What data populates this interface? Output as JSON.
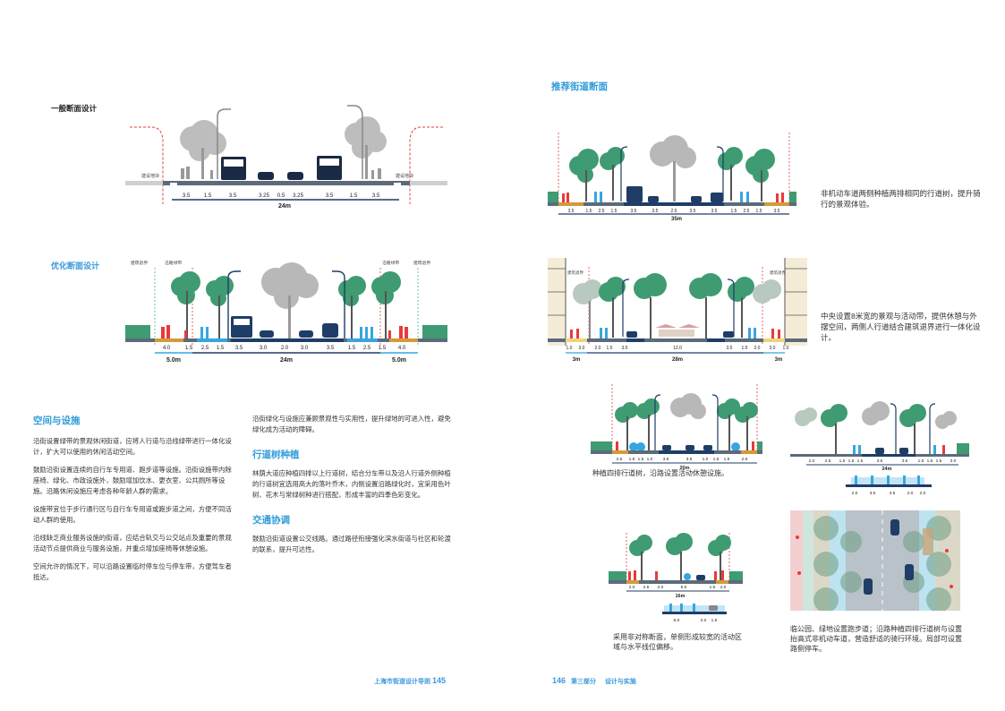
{
  "left": {
    "general_title": "一般断面设计",
    "optimized_title": "优化断面设计",
    "general_section": {
      "building_left": "建设地块",
      "building_right": "建设地块",
      "widths": [
        "3.5",
        "1.5",
        "3.5",
        "3.25",
        "0.5",
        "3.25",
        "3.5",
        "1.5",
        "3.5"
      ],
      "total": "24m"
    },
    "optimized_section": {
      "label_building_left": "建筑退界",
      "label_green_left": "沿路绿带",
      "label_green_right": "沿路绿带",
      "label_building_right": "建筑退界",
      "widths": [
        "4.0",
        "1.5",
        "2.5",
        "1.5",
        "3.5",
        "3.0",
        "2.0",
        "3.0",
        "3.5",
        "1.5",
        "2.5",
        "1.5",
        "4.0"
      ],
      "left_setback": "5.0m",
      "total": "24m",
      "right_setback": "5.0m"
    },
    "sections": [
      {
        "title": "空间与设施",
        "paragraphs": [
          "沿街设置绿带的景观休闲街道，应将人行道与沿线绿带进行一体化设计，扩大可以使用的休闲活动空间。",
          "鼓励沿街设置连续的自行车专用道、跑步道等设施。沿街设施带内除座椅、绿化、市政设施外，鼓励增加饮水、更衣室、公共厕所等设施。沿路休闲设施应考虑各种年龄人群的需求。",
          "设施带宜位于步行通行区与自行车专用道或跑步道之间，方便不同活动人群的使用。",
          "沿线缺乏商业服务设施的街道，应结合轨交与公交站点及重要的景观活动节点提供商业与服务设施，并重点增加座椅等休憩设施。",
          "空间允许的情况下，可以沿路设置临时停车位与停车带，方便驾车者抵达。"
        ]
      },
      {
        "title": "",
        "paragraphs": [
          "沿街绿化与设施应兼顾景观性与实用性，提升绿地的可进入性，避免绿化成为活动的障碍。"
        ]
      },
      {
        "title": "行道树种植",
        "paragraphs": [
          "林荫大道应种植四排以上行道树，结合分车带以及沿人行道外侧种植的行道树宜选用高大的落叶乔木，内侧设置沿路绿化时，宜采用色叶树、花木与常绿树种进行搭配，形成丰富的四季色彩变化。"
        ]
      },
      {
        "title": "交通协调",
        "paragraphs": [
          "鼓励沿街道设置公交线路。通过路径衔接强化滨水街道与社区和轮渡的联系，提升可达性。"
        ]
      }
    ],
    "footer": {
      "guide": "上海市街道设计导则",
      "page": "145"
    }
  },
  "right": {
    "title": "推荐街道断面",
    "diagram1": {
      "widths": [
        "3.5",
        "1.5",
        "2.5",
        "1.5",
        "3.5",
        "3.5",
        "2.5",
        "3.5",
        "3.5",
        "1.5",
        "2.5",
        "1.5",
        "3.5"
      ],
      "total": "35m",
      "caption": "非机动车道两侧种植两排相同的行道树，提升骑行的景观体验。"
    },
    "diagram2": {
      "label_left": "建筑退界",
      "label_right": "建筑退界",
      "widths": [
        "1.0",
        "3.0",
        "2.0",
        "1.5",
        "3.5",
        "12.0",
        "3.5",
        "1.5",
        "2.0",
        "3.0",
        "1.0"
      ],
      "left_setback": "3m",
      "total": "28m",
      "right_setback": "3m",
      "caption": "中央设置8米宽的景观与活动带，提供休憩与外摆空间，两侧人行道结合建筑退界进行一体化设计。"
    },
    "diagram3": {
      "widths": [
        "2.5",
        "1.5",
        "1.5",
        "1.0",
        "3.5",
        "3.5",
        "1.0",
        "1.5",
        "1.5",
        "2.5"
      ],
      "total": "20m",
      "caption": "种植四排行道树，沿路设置活动休憩设施。"
    },
    "diagram4": {
      "widths": [
        "2.0",
        "2.5",
        "1.5",
        "1.5",
        "1.5",
        "3.5",
        "3.5",
        "1.5",
        "1.5",
        "1.5",
        "3.0"
      ],
      "total": "24m",
      "sub_widths": [
        "2.0",
        "3.5",
        "3.5",
        "2.0",
        "2.0"
      ]
    },
    "diagram5": {
      "widths": [
        "2.0",
        "2.5",
        "2.0",
        "6.0",
        "1.5",
        "2.0"
      ],
      "total": "16m",
      "sub_widths": [
        "6.0",
        "2.0",
        "1.5"
      ],
      "caption": "采用非对称断面，单侧形成较宽的活动区域与水平线位偏移。"
    },
    "diagram6": {
      "caption": "临公园、绿地设置跑步道；沿路种植四排行道树与设置抬高式非机动车道，营造舒适的骑行环境。局部可设置路侧停车。"
    },
    "footer": {
      "page": "146",
      "part": "第三部分",
      "chapter": "设计与实施"
    }
  },
  "colors": {
    "accent_blue": "#2f9bd8",
    "tree_green": "#3f9b72",
    "tree_gray": "#b8b8b8",
    "pedestrian_red": "#e83a3a",
    "pedestrian_blue": "#37a5e0",
    "road_dark": "#1f3d66",
    "sidewalk_orange": "#d49a3a"
  }
}
